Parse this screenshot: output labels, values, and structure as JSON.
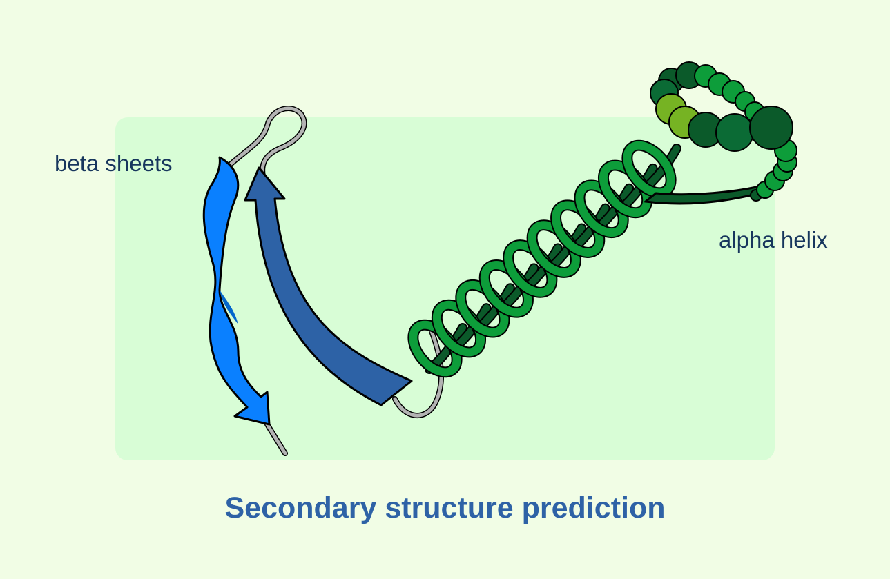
{
  "labels": {
    "beta": "beta sheets",
    "alpha": "alpha helix"
  },
  "title": "Secondary structure prediction",
  "colors": {
    "background": "#f1fde5",
    "panel": "#d8fdd6",
    "beta_strand_light": "#0a80ff",
    "beta_strand_dark": "#2d62a6",
    "loop": "#b3b3b3",
    "helix_light": "#0d9d3a",
    "helix_dark": "#0b5a2a",
    "bead_lime": "#76b323",
    "label_text": "#17365d",
    "title_text": "#2e62a6"
  }
}
